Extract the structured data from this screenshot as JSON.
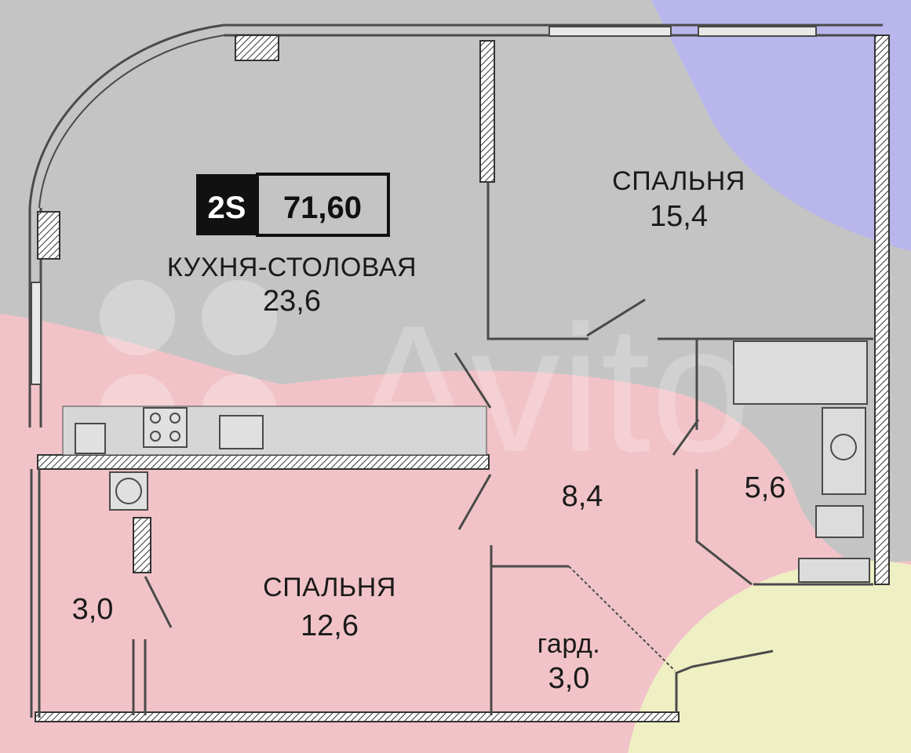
{
  "badge": {
    "type": "2S",
    "area": "71,60"
  },
  "rooms": {
    "kitchen": {
      "name": "КУХНЯ-СТОЛОВАЯ",
      "area": "23,6"
    },
    "bedroom_large": {
      "name": "СПАЛЬНЯ",
      "area": "15,4"
    },
    "hall": {
      "area": "8,4"
    },
    "bathroom": {
      "area": "5,6"
    },
    "balcony": {
      "area": "3,0"
    },
    "bedroom_small": {
      "name": "СПАЛЬНЯ",
      "area": "12,6"
    },
    "wardrobe": {
      "name": "гард.",
      "area": "3,0"
    }
  },
  "watermark": "Avito",
  "colors": {
    "gray_zone": "#c4c4c4",
    "pink_zone": "#f1c3c8",
    "lavender_zone": "#b9b6ec",
    "yellow_zone": "#efefc4",
    "wall_hatch": "#333333"
  }
}
